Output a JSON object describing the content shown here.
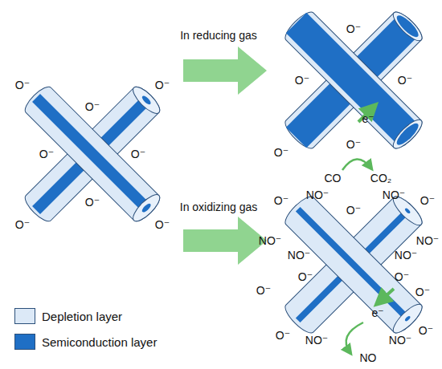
{
  "diagram": {
    "labels": [
      "In reducing gas",
      "In oxidizing gas",
      "O⁻",
      "O⁻",
      "O⁻",
      "O⁻",
      "O⁻",
      "O⁻",
      "O⁻",
      "O⁻",
      "O⁻",
      "O⁻",
      "O⁻",
      "O⁻",
      "O⁻",
      "e⁻",
      "CO",
      "CO₂",
      "NO⁻",
      "O⁻",
      "NO⁻",
      "O⁻",
      "O⁻",
      "NO⁻",
      "O⁻",
      "NO⁻",
      "O⁻",
      "NO⁻",
      "O⁻",
      "NO⁻",
      "O⁻",
      "O⁻",
      "NO⁻",
      "NO⁻",
      "O⁻",
      "e⁻",
      "NO"
    ],
    "legend": [
      {
        "text": "Depletion layer",
        "color": "#dce9f7"
      },
      {
        "text": "Semiconduction layer",
        "color": "#1f6fc5"
      }
    ]
  }
}
